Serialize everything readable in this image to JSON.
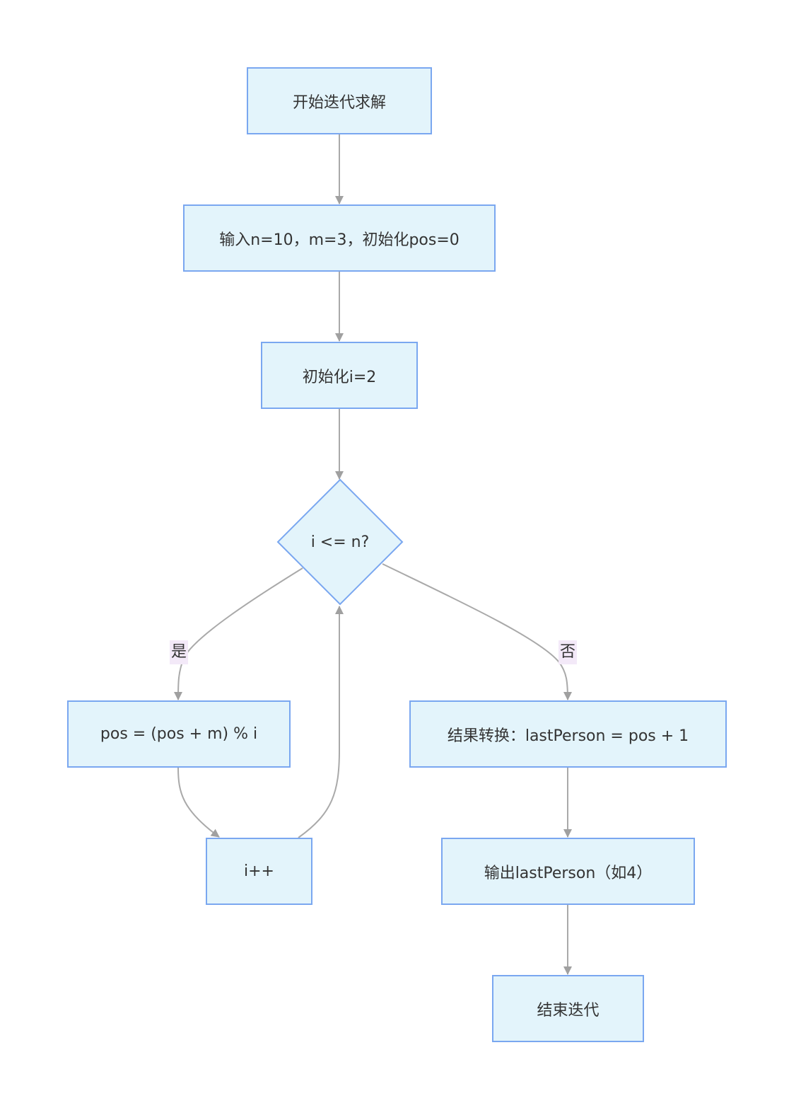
{
  "nodes": {
    "start": "开始迭代求解",
    "input": "输入n=10，m=3，初始化pos=0",
    "init_i": "初始化i=2",
    "condition": "i <= n?",
    "update_pos": "pos = (pos + m) % i",
    "increment": "i++",
    "convert": "结果转换：lastPerson = pos + 1",
    "output": "输出lastPerson（如4）",
    "end": "结束迭代"
  },
  "edge_labels": {
    "yes": "是",
    "no": "否"
  },
  "colors": {
    "node_fill": "#e3f4fb",
    "node_border": "#7aa7f0",
    "edge": "#a9a9a9",
    "arrowhead": "#a0a0a0",
    "edge_label_bg": "#f3e9f8",
    "text": "#333333"
  }
}
